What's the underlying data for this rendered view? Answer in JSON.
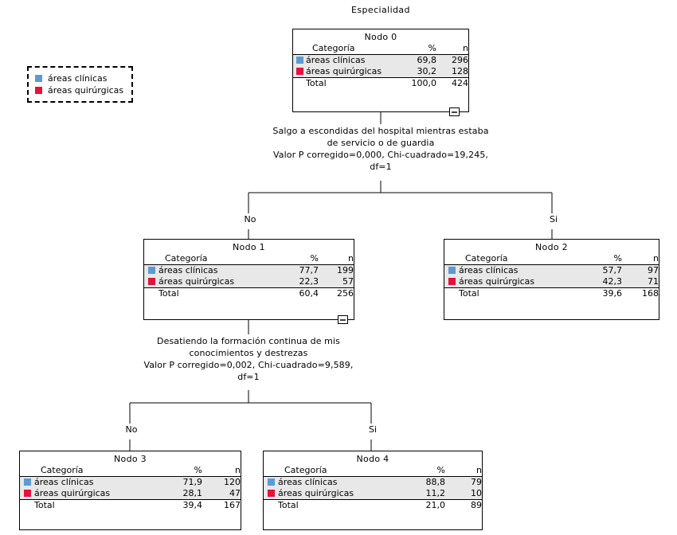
{
  "title": "Especialidad",
  "legend": {
    "items": [
      {
        "label": "áreas clínicas",
        "color": "#5b9bd5"
      },
      {
        "label": "áreas quirúrgicas",
        "color": "#e8103c"
      }
    ]
  },
  "table_headers": {
    "category": "Categoría",
    "percent": "%",
    "n": "n",
    "total": "Total"
  },
  "edge_labels": {
    "no": "No",
    "si": "Si"
  },
  "splits": [
    {
      "id": "split-root",
      "lines": [
        "Salgo a escondidas del hospital mientras estaba",
        "de servicio o de guardia",
        "Valor P corregido=0,000, Chi-cuadrado=19,245,",
        "df=1"
      ]
    },
    {
      "id": "split-node1",
      "lines": [
        "Desatiendo la formación continua de mis",
        "conocimientos y destrezas",
        "Valor P corregido=0,002, Chi-cuadrado=9,589,",
        "df=1"
      ]
    }
  ],
  "nodes": [
    {
      "id": "node0",
      "title": "Nodo 0",
      "rows": [
        {
          "label": "áreas clínicas",
          "pct": "69,8",
          "n": "296",
          "color": "#5b9bd5"
        },
        {
          "label": "áreas quirúrgicas",
          "pct": "30,2",
          "n": "128",
          "color": "#e8103c"
        }
      ],
      "total": {
        "label": "Total",
        "pct": "100,0",
        "n": "424"
      }
    },
    {
      "id": "node1",
      "title": "Nodo 1",
      "rows": [
        {
          "label": "áreas clínicas",
          "pct": "77,7",
          "n": "199",
          "color": "#5b9bd5"
        },
        {
          "label": "áreas quirúrgicas",
          "pct": "22,3",
          "n": "57",
          "color": "#e8103c"
        }
      ],
      "total": {
        "label": "Total",
        "pct": "60,4",
        "n": "256"
      }
    },
    {
      "id": "node2",
      "title": "Nodo 2",
      "rows": [
        {
          "label": "áreas clínicas",
          "pct": "57,7",
          "n": "97",
          "color": "#5b9bd5"
        },
        {
          "label": "áreas quirúrgicas",
          "pct": "42,3",
          "n": "71",
          "color": "#e8103c"
        }
      ],
      "total": {
        "label": "Total",
        "pct": "39,6",
        "n": "168"
      }
    },
    {
      "id": "node3",
      "title": "Nodo 3",
      "rows": [
        {
          "label": "áreas clínicas",
          "pct": "71,9",
          "n": "120",
          "color": "#5b9bd5"
        },
        {
          "label": "áreas quirúrgicas",
          "pct": "28,1",
          "n": "47",
          "color": "#e8103c"
        }
      ],
      "total": {
        "label": "Total",
        "pct": "39,4",
        "n": "167"
      }
    },
    {
      "id": "node4",
      "title": "Nodo 4",
      "rows": [
        {
          "label": "áreas clínicas",
          "pct": "88,8",
          "n": "79",
          "color": "#5b9bd5"
        },
        {
          "label": "áreas quirúrgicas",
          "pct": "11,2",
          "n": "10",
          "color": "#e8103c"
        }
      ],
      "total": {
        "label": "Total",
        "pct": "21,0",
        "n": "89"
      }
    }
  ]
}
